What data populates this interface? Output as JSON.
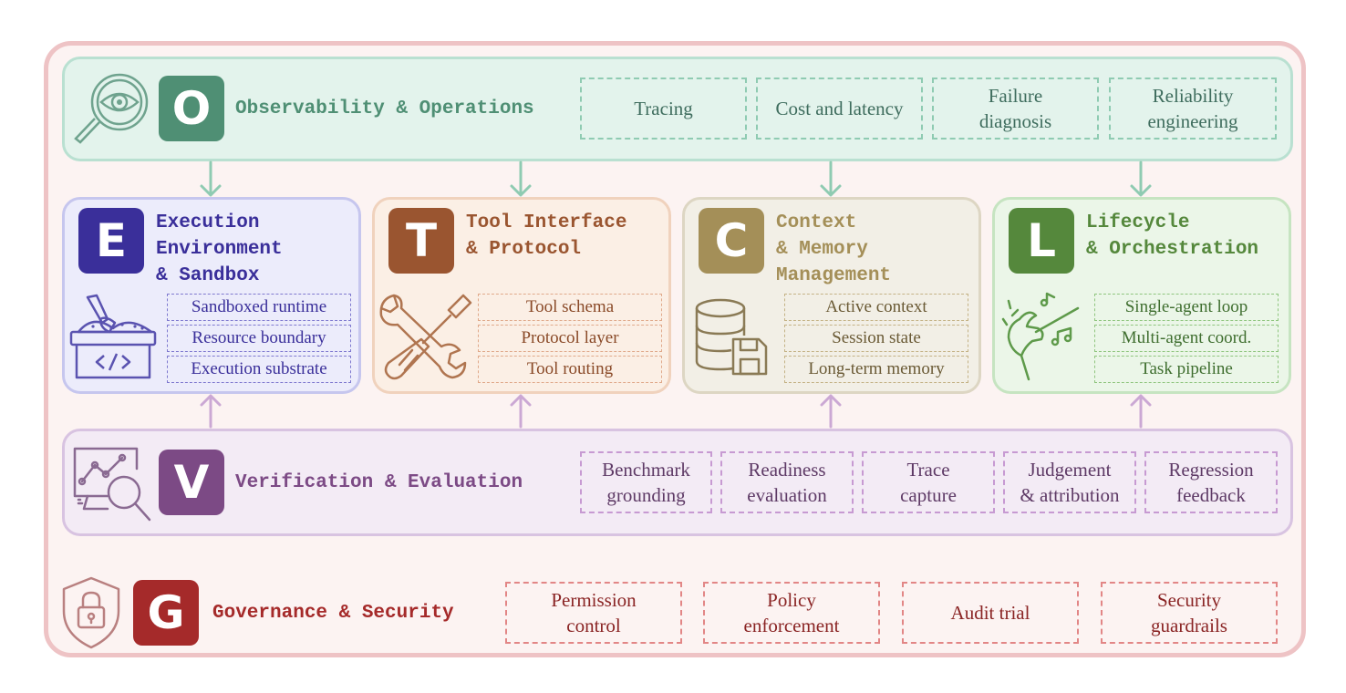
{
  "colors": {
    "observability": "#4f8f74",
    "execution": "#3a2f9a",
    "tool": "#9a5530",
    "context": "#a48f58",
    "lifecycle": "#55883c",
    "verification": "#7c4a85",
    "governance": "#a52a2a"
  },
  "observability": {
    "letter": "O",
    "title": "Observability & Operations",
    "items": [
      "Tracing",
      "Cost and latency",
      "Failure\ndiagnosis",
      "Reliability\nengineering"
    ],
    "icon": "magnifier-eye-icon"
  },
  "panels": {
    "execution": {
      "letter": "E",
      "title": "Execution\nEnvironment\n& Sandbox",
      "items": [
        "Sandboxed runtime",
        "Resource boundary",
        "Execution substrate"
      ],
      "icon": "sandbox-code-icon"
    },
    "tool": {
      "letter": "T",
      "title": "Tool Interface\n& Protocol",
      "items": [
        "Tool schema",
        "Protocol layer",
        "Tool routing"
      ],
      "icon": "wrench-screwdriver-icon"
    },
    "context": {
      "letter": "C",
      "title": "Context\n& Memory\nManagement",
      "items": [
        "Active context",
        "Session state",
        "Long-term memory"
      ],
      "icon": "database-save-icon"
    },
    "lifecycle": {
      "letter": "L",
      "title": "Lifecycle\n& Orchestration",
      "items": [
        "Single-agent loop",
        "Multi-agent coord.",
        "Task pipeline"
      ],
      "icon": "conductor-icon"
    }
  },
  "verification": {
    "letter": "V",
    "title": "Verification & Evaluation",
    "items": [
      "Benchmark\ngrounding",
      "Readiness\nevaluation",
      "Trace\ncapture",
      "Judgement\n& attribution",
      "Regression\nfeedback"
    ],
    "icon": "analytics-search-icon"
  },
  "governance": {
    "letter": "G",
    "title": "Governance & Security",
    "items": [
      "Permission\ncontrol",
      "Policy\nenforcement",
      "Audit trial",
      "Security\nguardrails"
    ],
    "icon": "shield-lock-icon"
  }
}
